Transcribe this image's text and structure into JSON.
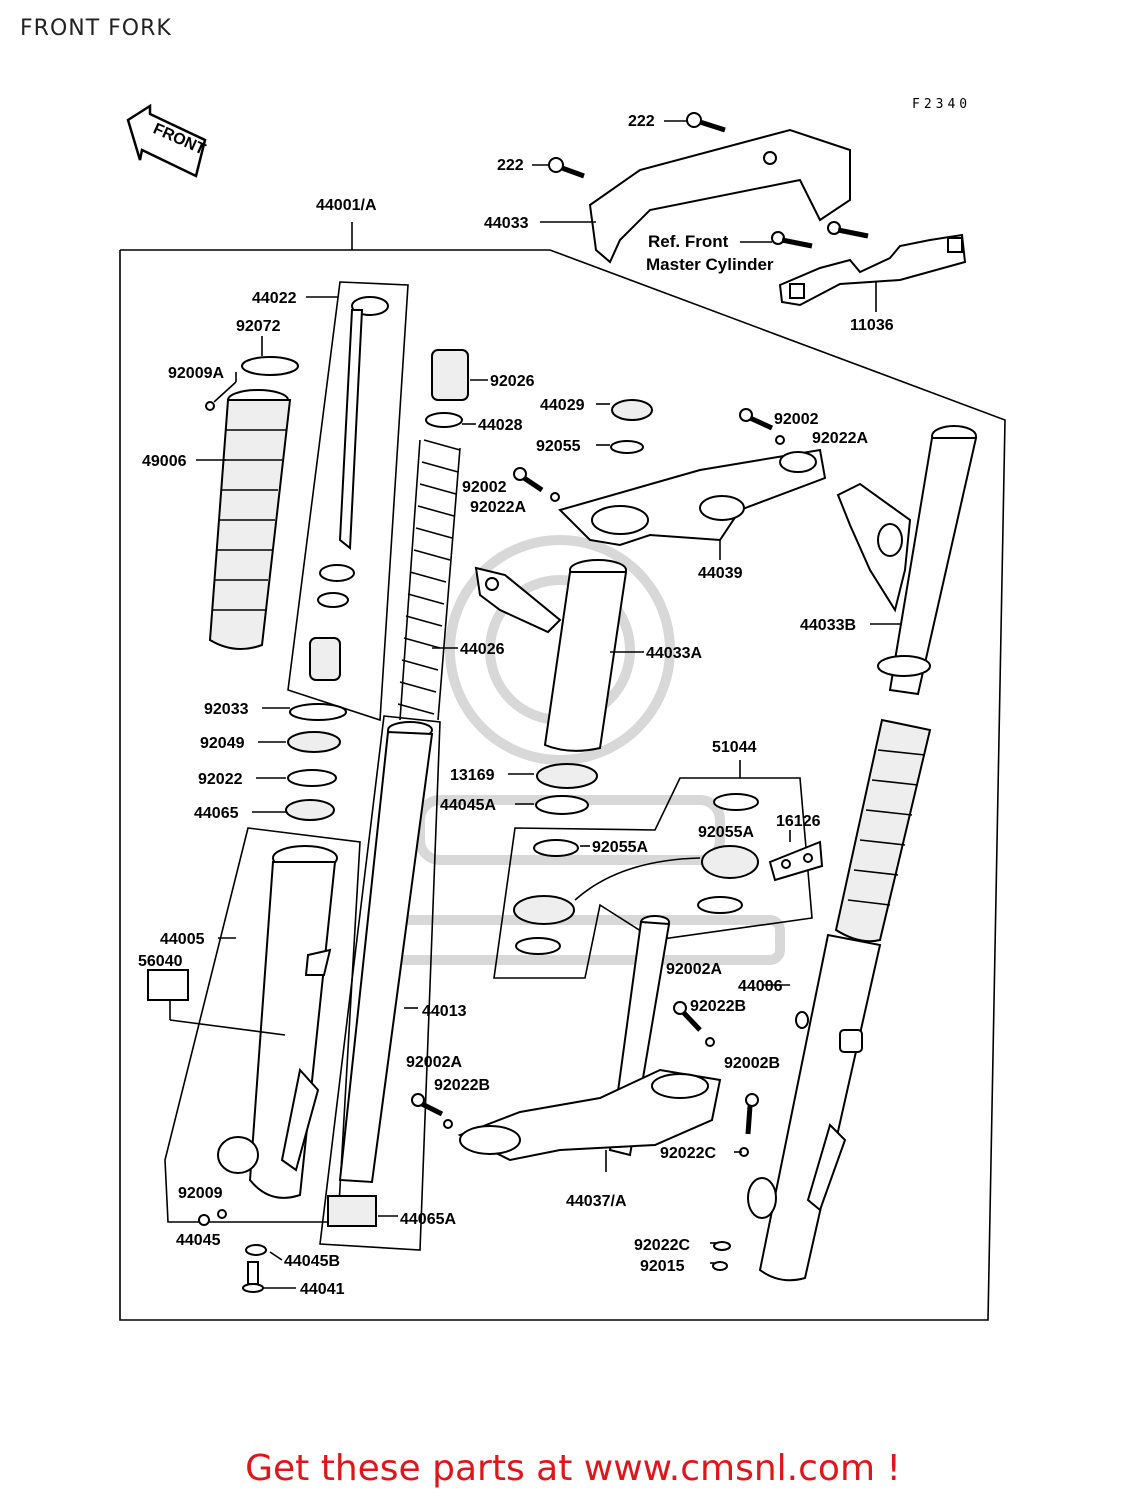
{
  "title": "FRONT FORK",
  "footer_text": "Get these parts at www.cmsnl.com !",
  "diagram_code": "F2340",
  "front_arrow_label": "FRONT",
  "reference_note": [
    "Ref. Front",
    "Master Cylinder"
  ],
  "part_labels": {
    "p222a": "222",
    "p222b": "222",
    "p44001": "44001/A",
    "p44033": "44033",
    "p11036": "11036",
    "p44022": "44022",
    "p92072": "92072",
    "p92009a": "92009A",
    "p49006": "49006",
    "p92026": "92026",
    "p44028": "44028",
    "p44029": "44029",
    "p92055": "92055",
    "p92002a1": "92002",
    "p92022a1": "92022A",
    "p92002b1": "92002",
    "p92022a2": "92022A",
    "p44039": "44039",
    "p44026": "44026",
    "p44033a": "44033A",
    "p44033b": "44033B",
    "p92033": "92033",
    "p92049": "92049",
    "p92022": "92022",
    "p44065": "44065",
    "p51044": "51044",
    "p13169": "13169",
    "p44045a": "44045A",
    "p92055a1": "92055A",
    "p16126": "16126",
    "p92055a2": "92055A",
    "p44005": "44005",
    "p56040": "56040",
    "p44013": "44013",
    "p92002a2": "92002A",
    "p92022b1": "92022B",
    "p44006": "44006",
    "p92002a3": "92002A",
    "p92022b2": "92022B",
    "p92002b": "92002B",
    "p92022c1": "92022C",
    "p44037": "44037/A",
    "p92009": "92009",
    "p44045": "44045",
    "p44065a": "44065A",
    "p44045b": "44045B",
    "p44041": "44041",
    "p92022c2": "92022C",
    "p92015": "92015"
  }
}
